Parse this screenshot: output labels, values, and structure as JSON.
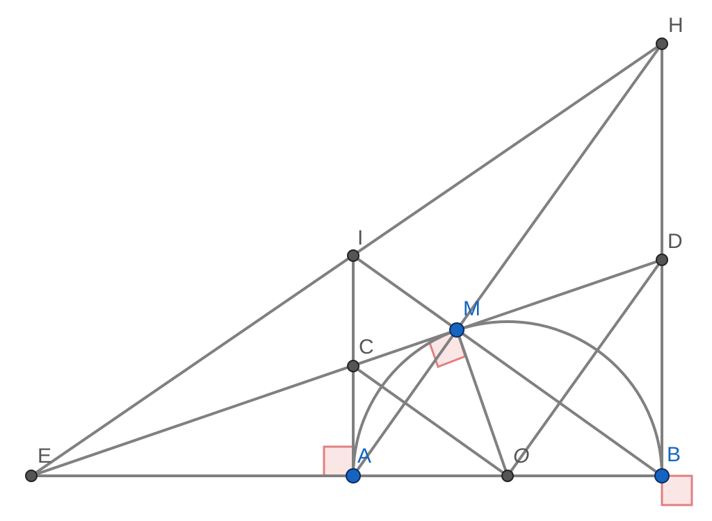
{
  "colors": {
    "segment": "#808080",
    "free_point": "#1565c0",
    "dependent_point": "#555555",
    "right_angle_fill": "#fbe6e6",
    "right_angle_stroke": "#e08080"
  },
  "points": {
    "H": {
      "label": "H",
      "kind": "dependent"
    },
    "I": {
      "label": "I",
      "kind": "dependent"
    },
    "D": {
      "label": "D",
      "kind": "dependent"
    },
    "M": {
      "label": "M",
      "kind": "free"
    },
    "C": {
      "label": "C",
      "kind": "dependent"
    },
    "E": {
      "label": "E",
      "kind": "dependent"
    },
    "A": {
      "label": "A",
      "kind": "free"
    },
    "O": {
      "label": "O",
      "kind": "dependent"
    },
    "B": {
      "label": "B",
      "kind": "free"
    }
  },
  "segments": [
    [
      "E",
      "B"
    ],
    [
      "E",
      "H"
    ],
    [
      "E",
      "D"
    ],
    [
      "H",
      "B"
    ],
    [
      "H",
      "M"
    ],
    [
      "I",
      "A"
    ],
    [
      "I",
      "B"
    ],
    [
      "A",
      "M"
    ],
    [
      "M",
      "O"
    ],
    [
      "C",
      "O"
    ],
    [
      "O",
      "D"
    ]
  ],
  "arcs": [
    {
      "name": "semicircle",
      "center": "O",
      "from": "A",
      "to": "B"
    }
  ],
  "right_angles": [
    "A",
    "M",
    "B"
  ]
}
